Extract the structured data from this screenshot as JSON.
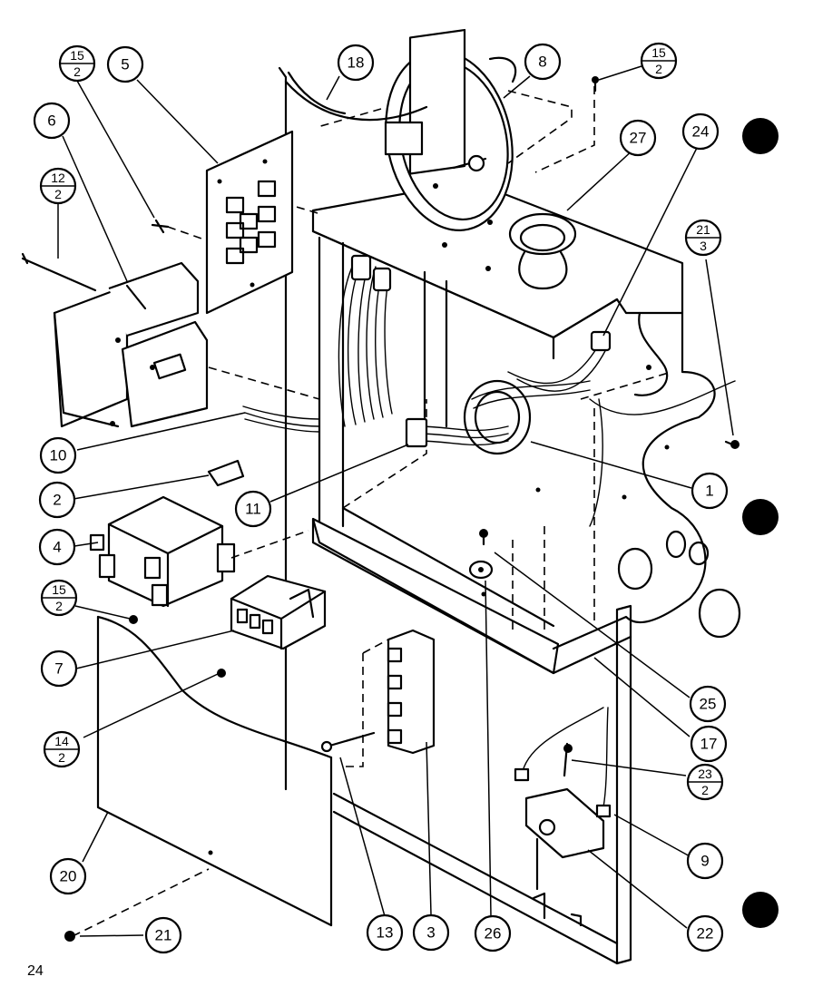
{
  "page_number": "24",
  "callouts": [
    {
      "id": "c5",
      "text": "5"
    },
    {
      "id": "c6",
      "text": "6"
    },
    {
      "id": "c18",
      "text": "18"
    },
    {
      "id": "c8",
      "text": "8"
    },
    {
      "id": "c27",
      "text": "27"
    },
    {
      "id": "c24",
      "text": "24"
    },
    {
      "id": "c10",
      "text": "10"
    },
    {
      "id": "c2",
      "text": "2"
    },
    {
      "id": "c11",
      "text": "11"
    },
    {
      "id": "c1",
      "text": "1"
    },
    {
      "id": "c4",
      "text": "4"
    },
    {
      "id": "c7",
      "text": "7"
    },
    {
      "id": "c25",
      "text": "25"
    },
    {
      "id": "c17",
      "text": "17"
    },
    {
      "id": "c9",
      "text": "9"
    },
    {
      "id": "c22",
      "text": "22"
    },
    {
      "id": "c20",
      "text": "20"
    },
    {
      "id": "c21",
      "text": "21"
    },
    {
      "id": "c13",
      "text": "13"
    },
    {
      "id": "c3",
      "text": "3"
    },
    {
      "id": "c26",
      "text": "26"
    }
  ],
  "fraction_callouts": [
    {
      "id": "f15a",
      "num": "15",
      "den": "2"
    },
    {
      "id": "f12",
      "num": "12",
      "den": "2"
    },
    {
      "id": "f15b",
      "num": "15",
      "den": "2"
    },
    {
      "id": "f21",
      "num": "21",
      "den": "3"
    },
    {
      "id": "f15c",
      "num": "15",
      "den": "2"
    },
    {
      "id": "f14",
      "num": "14",
      "den": "2"
    },
    {
      "id": "f23",
      "num": "23",
      "den": "2"
    }
  ]
}
